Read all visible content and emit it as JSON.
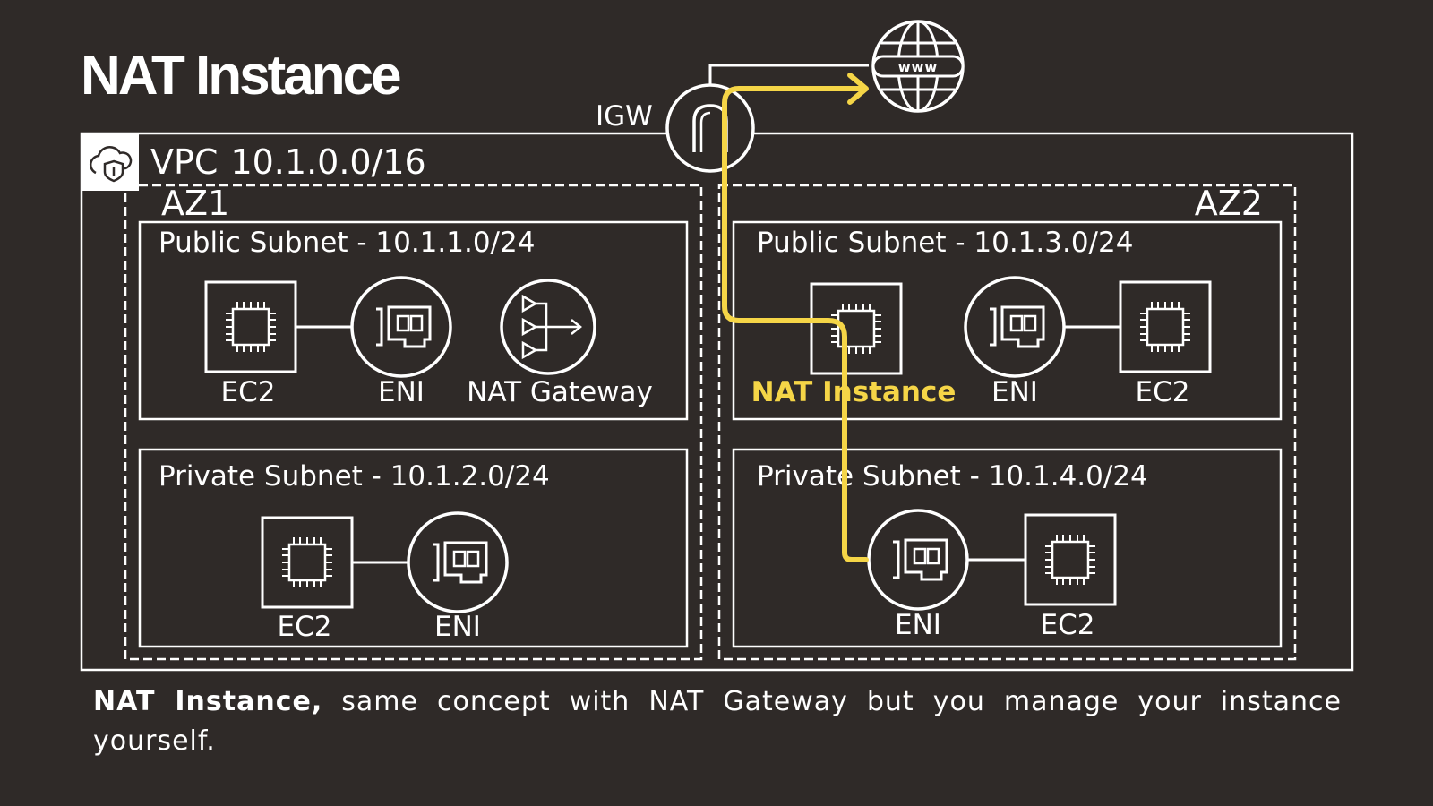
{
  "title": "NAT Instance",
  "igw": {
    "label": "IGW"
  },
  "internet": {
    "label": "www"
  },
  "vpc": {
    "label_prefix": "VPC",
    "cidr": "10.1.0.0/16"
  },
  "az1": {
    "label": "AZ1",
    "public_subnet": {
      "label": "Public Subnet - 10.1.1.0/24",
      "ec2_label": "EC2",
      "eni_label": "ENI",
      "nat_gateway_label": "NAT Gateway"
    },
    "private_subnet": {
      "label": "Private Subnet - 10.1.2.0/24",
      "ec2_label": "EC2",
      "eni_label": "ENI"
    }
  },
  "az2": {
    "label": "AZ2",
    "public_subnet": {
      "label": "Public Subnet - 10.1.3.0/24",
      "nat_instance_label": "NAT Instance",
      "eni_label": "ENI",
      "ec2_label": "EC2"
    },
    "private_subnet": {
      "label": "Private Subnet - 10.1.4.0/24",
      "eni_label": "ENI",
      "ec2_label": "EC2"
    }
  },
  "caption": {
    "bold": "NAT Instance,",
    "text": " same concept with NAT Gateway but you manage your instance yourself."
  },
  "colors": {
    "background": "#2f2a28",
    "line": "#ffffff",
    "highlight": "#f5d547"
  }
}
